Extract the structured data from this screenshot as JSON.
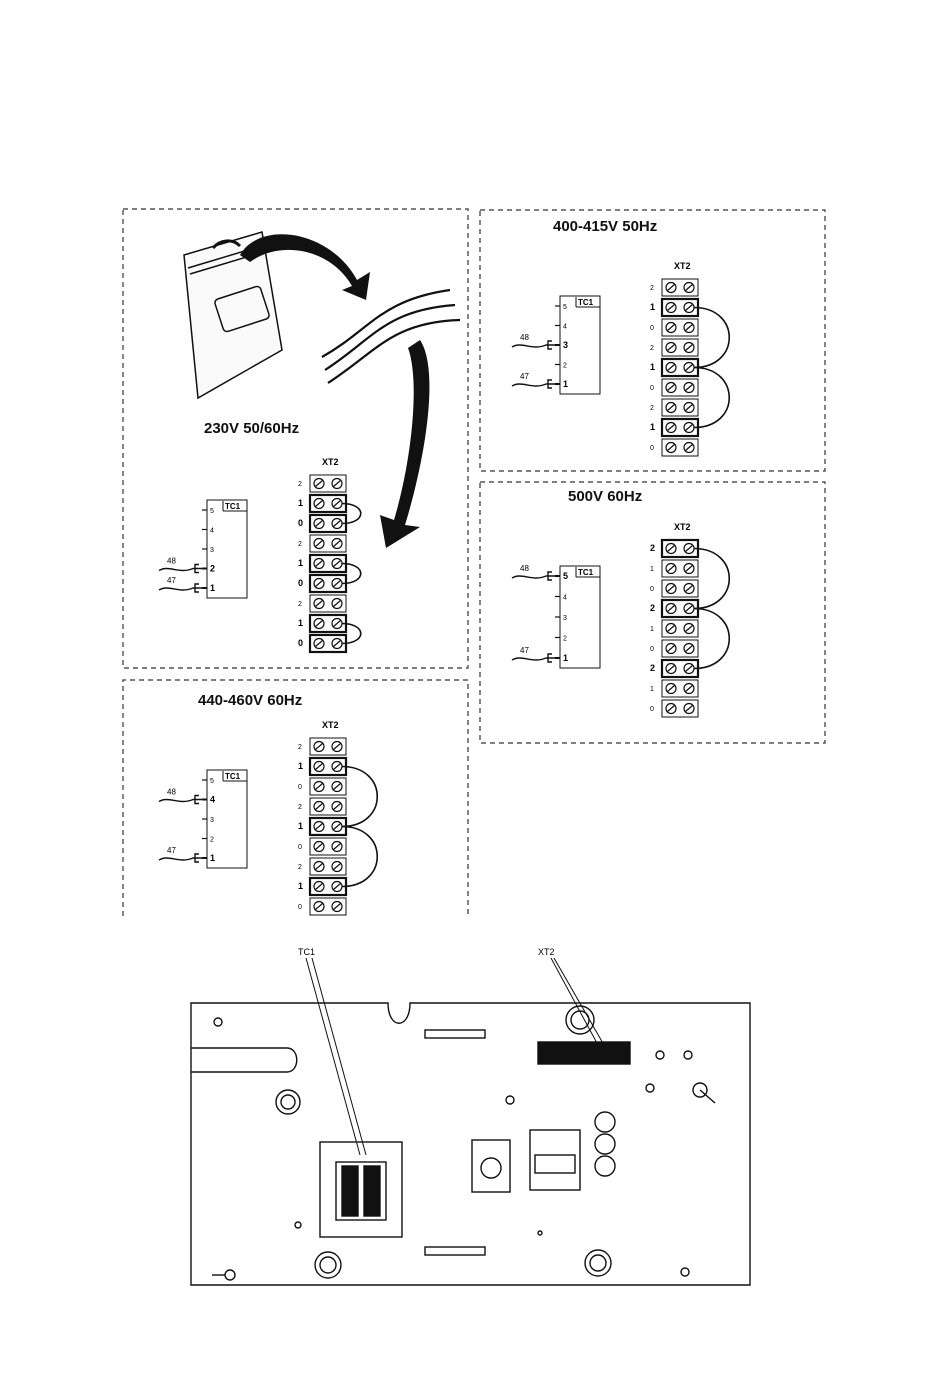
{
  "panels": {
    "p230": {
      "title": "230V  50/60Hz"
    },
    "p400": {
      "title": "400-415V  50Hz"
    },
    "p500": {
      "title": "500V  60Hz"
    },
    "p440": {
      "title": "440-460V  60Hz"
    }
  },
  "labels": {
    "xt2": "XT2",
    "tc1": "TC1",
    "wire48": "48",
    "wire47": "47"
  },
  "terminal_sequences": {
    "p230": [
      "2",
      "1",
      "0",
      "2",
      "1",
      "0",
      "2",
      "1",
      "0"
    ],
    "p400": [
      "2",
      "1",
      "0",
      "2",
      "1",
      "0",
      "2",
      "1",
      "0"
    ],
    "p500": [
      "2",
      "1",
      "0",
      "2",
      "1",
      "0",
      "2",
      "1",
      "0"
    ],
    "p440": [
      "2",
      "1",
      "0",
      "2",
      "1",
      "0",
      "2",
      "1",
      "0"
    ]
  },
  "tc1_taps": [
    "5",
    "4",
    "3",
    "2",
    "1"
  ],
  "board": {
    "tc1_callout": "TC1",
    "xt2_callout": "XT2"
  }
}
